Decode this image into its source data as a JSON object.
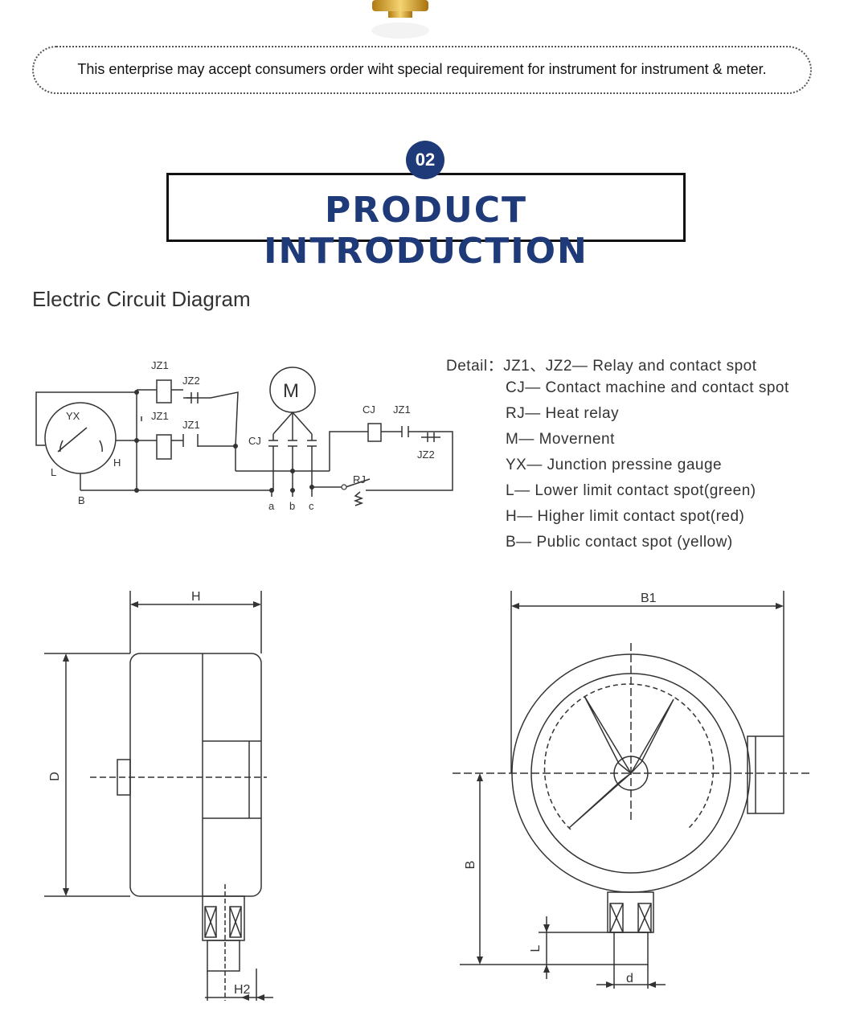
{
  "notice": "This enterprise may accept consumers order wiht special requirement for instrument for instrument & meter.",
  "badge": "02",
  "title": "PRODUCT INTRODUCTION",
  "section_title": "Electric Circuit Diagram",
  "circuit_labels": {
    "jz1_top": "JZ1",
    "jz2_top": "JZ2",
    "jz1_mid": "JZ1",
    "jz1_mid2": "JZ1",
    "yx": "YX",
    "l": "L",
    "h": "H",
    "b": "B",
    "m": "M",
    "cj_left": "CJ",
    "cj_right": "CJ",
    "jz1_right": "JZ1",
    "jz2_right": "JZ2",
    "rj": "RJ",
    "a": "a",
    "b_terminal": "b",
    "c": "c"
  },
  "detail": {
    "prefix": "Detail：",
    "items": [
      "JZ1、JZ2— Relay and contact spot",
      "CJ— Contact machine and contact spot",
      "RJ— Heat relay",
      "M— Movernent",
      "YX— Junction pressine gauge",
      "L— Lower limit contact spot(green)",
      "H— Higher limit contact spot(red)",
      "B— Public contact spot (yellow)"
    ]
  },
  "dimensions": {
    "side_h": "H",
    "side_d": "D",
    "side_h2": "H2",
    "front_b1": "B1",
    "front_b": "B",
    "front_l": "L",
    "front_d": "d"
  },
  "colors": {
    "accent": "#1f3a78",
    "line": "#333333"
  }
}
